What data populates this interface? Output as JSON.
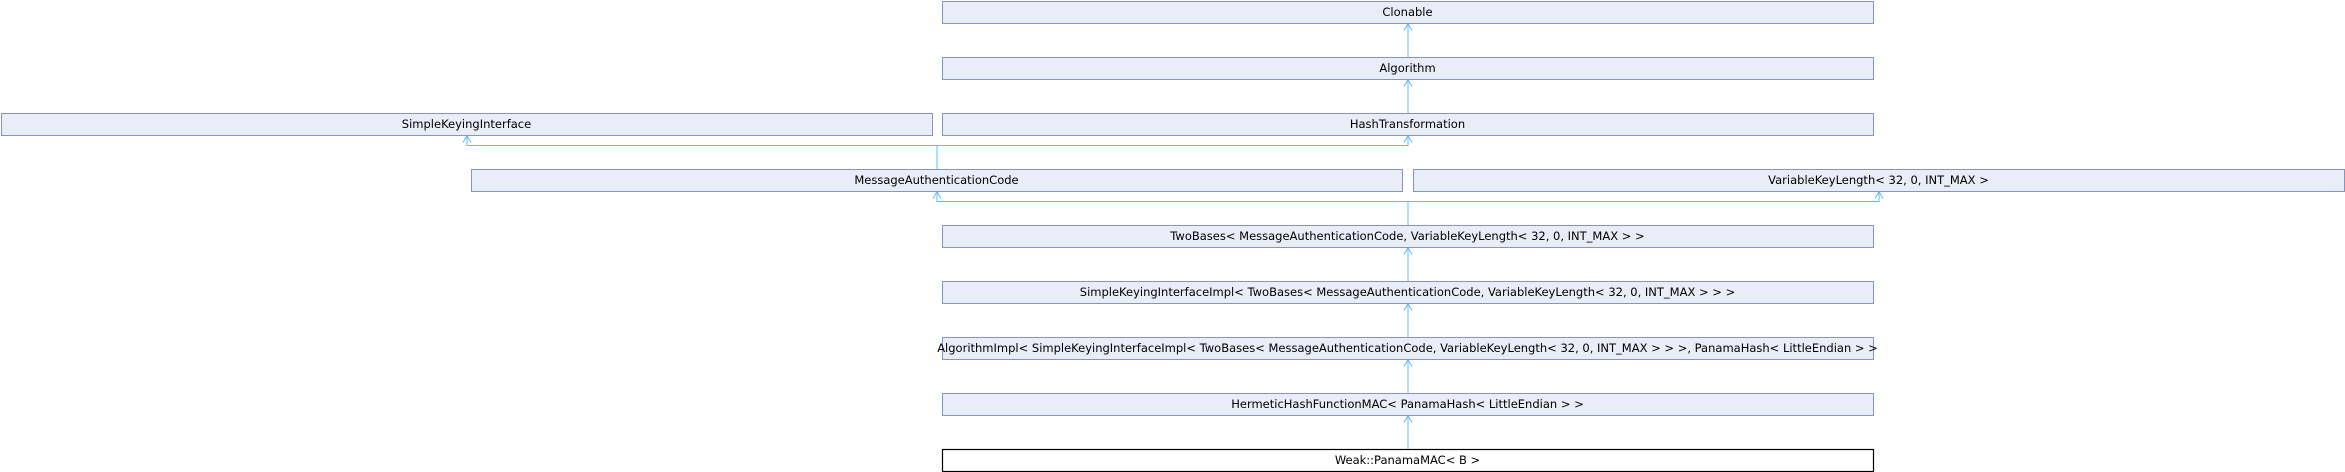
{
  "diagram": {
    "nodes": [
      {
        "id": "clonable",
        "label": "Clonable"
      },
      {
        "id": "algorithm",
        "label": "Algorithm"
      },
      {
        "id": "simple-keying-interface",
        "label": "SimpleKeyingInterface"
      },
      {
        "id": "hash-transformation",
        "label": "HashTransformation"
      },
      {
        "id": "message-authentication-code",
        "label": "MessageAuthenticationCode"
      },
      {
        "id": "variable-key-length",
        "label": "VariableKeyLength< 32, 0, INT_MAX >"
      },
      {
        "id": "two-bases",
        "label": "TwoBases< MessageAuthenticationCode, VariableKeyLength< 32, 0, INT_MAX > >"
      },
      {
        "id": "simple-keying-interface-impl",
        "label": "SimpleKeyingInterfaceImpl< TwoBases< MessageAuthenticationCode, VariableKeyLength< 32, 0, INT_MAX > > >"
      },
      {
        "id": "algorithm-impl",
        "label": "AlgorithmImpl< SimpleKeyingInterfaceImpl< TwoBases< MessageAuthenticationCode, VariableKeyLength< 32, 0, INT_MAX > > >, PanamaHash< LittleEndian > >"
      },
      {
        "id": "hermetic-hash-function-mac",
        "label": "HermeticHashFunctionMAC< PanamaHash< LittleEndian > >"
      },
      {
        "id": "panama-mac",
        "label": "Weak::PanamaMAC< B >",
        "current": true
      }
    ],
    "edges": [
      {
        "from": "algorithm",
        "to": "clonable"
      },
      {
        "from": "hash-transformation",
        "to": "algorithm"
      },
      {
        "from": "message-authentication-code",
        "to": "simple-keying-interface"
      },
      {
        "from": "message-authentication-code",
        "to": "hash-transformation"
      },
      {
        "from": "two-bases",
        "to": "message-authentication-code"
      },
      {
        "from": "two-bases",
        "to": "variable-key-length"
      },
      {
        "from": "simple-keying-interface-impl",
        "to": "two-bases"
      },
      {
        "from": "algorithm-impl",
        "to": "simple-keying-interface-impl"
      },
      {
        "from": "hermetic-hash-function-mac",
        "to": "algorithm-impl"
      },
      {
        "from": "panama-mac",
        "to": "hermetic-hash-function-mac"
      }
    ]
  }
}
